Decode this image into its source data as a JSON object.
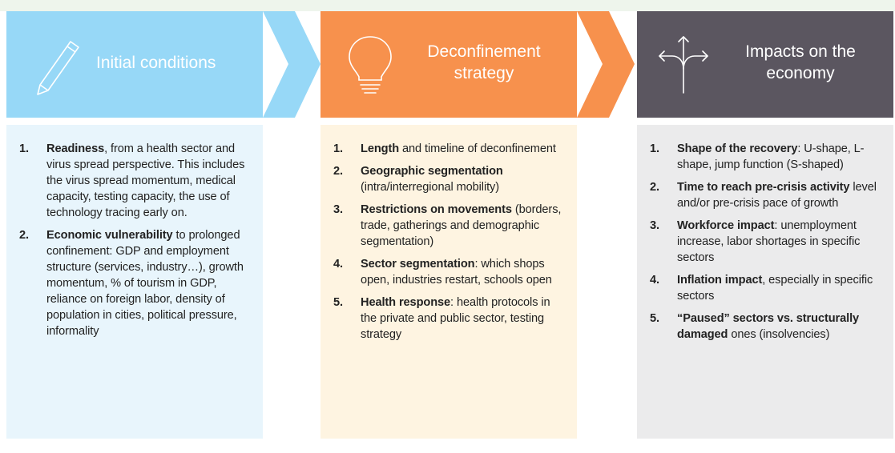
{
  "colors": {
    "strip": "#eef5ec",
    "initial_header": "#97d8f7",
    "initial_body": "#e8f5fc",
    "strategy_header": "#f7914d",
    "strategy_body": "#fef4e1",
    "impacts_header": "#5b5660",
    "impacts_body": "#ebebec",
    "arrow_blue": "#97d8f7",
    "arrow_orange": "#f7914d"
  },
  "columns": [
    {
      "title": "Initial conditions",
      "icon": "pencil-icon",
      "items": [
        {
          "num": "1.",
          "bold": "Readiness",
          "text": ", from a health sector and virus spread perspective. This includes the virus spread momentum, medical capacity, testing capacity, the use of technology tracing early on."
        },
        {
          "num": "2.",
          "bold": "Economic vulnerability",
          "text": " to prolonged confinement: GDP and employment structure (services, industry…), growth momentum, % of tourism in GDP, reliance on foreign labor, density of population in cities, political pressure, informality"
        }
      ]
    },
    {
      "title": "Deconfinement strategy",
      "icon": "lightbulb-icon",
      "items": [
        {
          "num": "1.",
          "bold": "Length",
          "text": " and timeline of deconfinement"
        },
        {
          "num": "2.",
          "bold": "Geographic segmentation",
          "text": " (intra/interregional mobility)"
        },
        {
          "num": "3.",
          "bold": "Restrictions on movements",
          "text": " (borders, trade, gatherings and demographic segmentation)"
        },
        {
          "num": "4.",
          "bold": "Sector segmentation",
          "text": ": which shops open, industries restart, schools open"
        },
        {
          "num": "5.",
          "bold": "Health response",
          "text": ": health protocols in the private and public sector, testing strategy"
        }
      ]
    },
    {
      "title": "Impacts on the economy",
      "icon": "diverging-arrows-icon",
      "items": [
        {
          "num": "1.",
          "bold": "Shape of the recovery",
          "text": ": U-shape, L-shape, jump function (S-shaped)"
        },
        {
          "num": "2.",
          "bold": "Time to reach pre-crisis activity",
          "text": " level and/or pre-crisis pace of growth"
        },
        {
          "num": "3.",
          "bold": "Workforce impact",
          "text": ": unemployment increase, labor shortages in specific sectors"
        },
        {
          "num": "4.",
          "bold": "Inflation impact",
          "text": ", especially in specific sectors"
        },
        {
          "num": "5.",
          "bold": "“Paused” sectors vs. structurally damaged",
          "text": " ones (insolvencies)"
        }
      ]
    }
  ]
}
